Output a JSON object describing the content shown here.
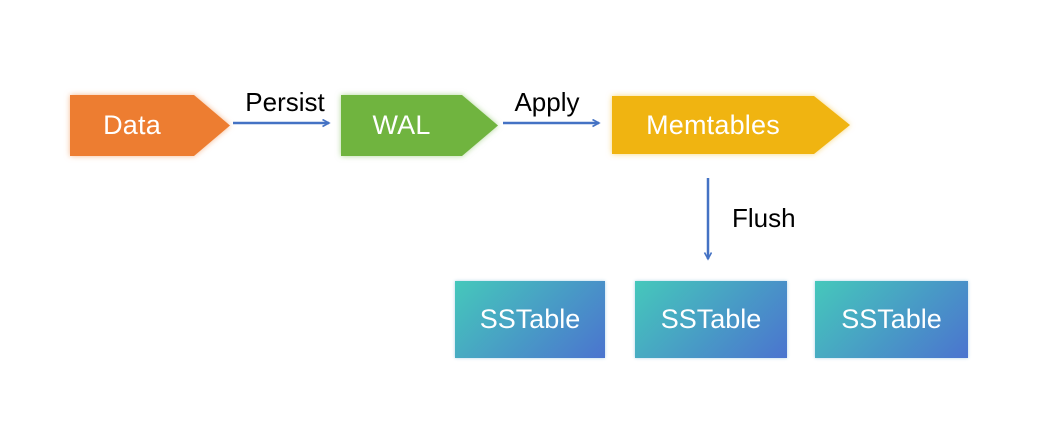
{
  "diagram": {
    "background_color": "#FFFFFF",
    "arrow_color": "#4472C4",
    "nodes": [
      {
        "id": "data",
        "label": "Data",
        "shape": "right-arrow-pentagon",
        "fill": "#ED7D31",
        "text_color": "#FFFFFF"
      },
      {
        "id": "wal",
        "label": "WAL",
        "shape": "right-arrow-pentagon",
        "fill": "#70B43F",
        "text_color": "#FFFFFF"
      },
      {
        "id": "memtables",
        "label": "Memtables",
        "shape": "right-arrow-pentagon",
        "fill": "#F0B411",
        "text_color": "#FFFFFF"
      },
      {
        "id": "sstable-1",
        "label": "SSTable",
        "shape": "rectangle",
        "fill_gradient_from": "#45C8BB",
        "fill_gradient_to": "#4B74CF",
        "text_color": "#FFFFFF"
      },
      {
        "id": "sstable-2",
        "label": "SSTable",
        "shape": "rectangle",
        "fill_gradient_from": "#45C8BB",
        "fill_gradient_to": "#4B74CF",
        "text_color": "#FFFFFF"
      },
      {
        "id": "sstable-3",
        "label": "SSTable",
        "shape": "rectangle",
        "fill_gradient_from": "#45C8BB",
        "fill_gradient_to": "#4B74CF",
        "text_color": "#FFFFFF"
      }
    ],
    "edges": [
      {
        "from": "data",
        "to": "wal",
        "label": "Persist",
        "direction": "right",
        "color": "#4472C4"
      },
      {
        "from": "wal",
        "to": "memtables",
        "label": "Apply",
        "direction": "right",
        "color": "#4472C4"
      },
      {
        "from": "memtables",
        "to": "sstable-2",
        "label": "Flush",
        "direction": "down",
        "color": "#4472C4"
      }
    ]
  }
}
